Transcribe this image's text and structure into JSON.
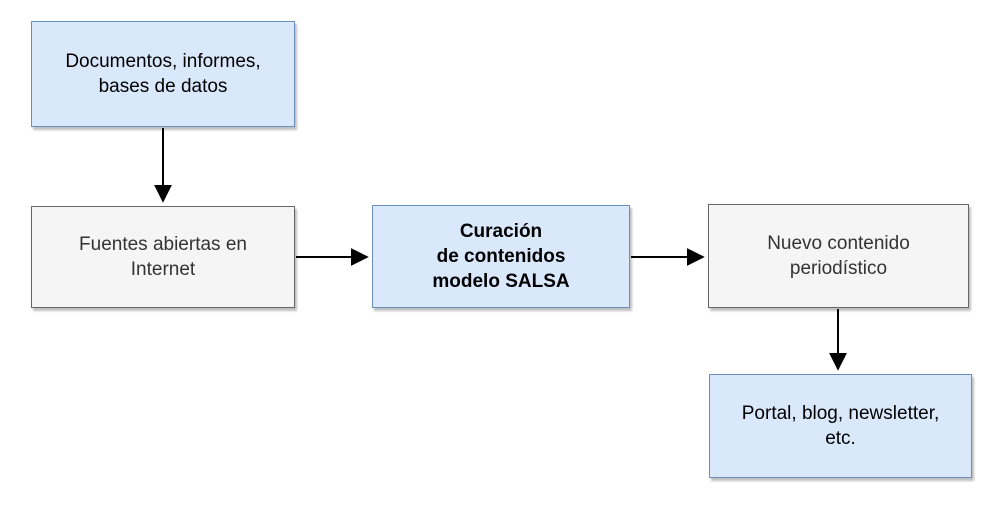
{
  "diagram": {
    "background": "#ffffff",
    "nodes": {
      "documentos": {
        "lines": [
          "Documentos, informes,",
          "bases de datos"
        ],
        "fill": "#dae8fc",
        "border": "#6c8ebf",
        "text_color": "#000000",
        "bold": false
      },
      "fuentes": {
        "lines": [
          "Fuentes abiertas en",
          "Internet"
        ],
        "fill": "#f5f5f5",
        "border": "#666666",
        "text_color": "#333333",
        "bold": false
      },
      "curacion": {
        "lines": [
          "Curación",
          "de contenidos",
          "modelo SALSA"
        ],
        "fill": "#dae8fc",
        "border": "#6c8ebf",
        "text_color": "#000000",
        "bold": true
      },
      "nuevo": {
        "lines": [
          "Nuevo contenido",
          "periodístico"
        ],
        "fill": "#f5f5f5",
        "border": "#666666",
        "text_color": "#333333",
        "bold": false
      },
      "portal": {
        "lines": [
          "Portal, blog, newsletter,",
          "etc."
        ],
        "fill": "#dae8fc",
        "border": "#6c8ebf",
        "text_color": "#000000",
        "bold": false
      }
    },
    "edges": [
      {
        "from": "documentos",
        "to": "fuentes",
        "direction": "down"
      },
      {
        "from": "fuentes",
        "to": "curacion",
        "direction": "right"
      },
      {
        "from": "curacion",
        "to": "nuevo",
        "direction": "right"
      },
      {
        "from": "nuevo",
        "to": "portal",
        "direction": "down"
      }
    ],
    "colors": {
      "arrow": "#000000"
    }
  }
}
